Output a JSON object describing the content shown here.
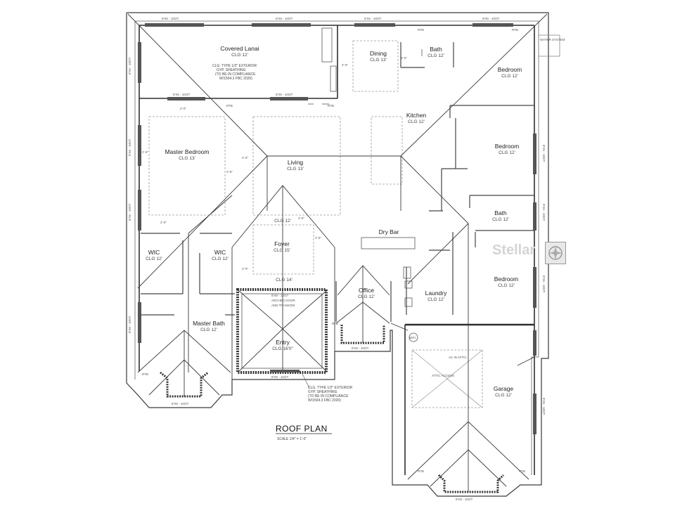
{
  "title": "ROOF  PLAN",
  "scale": "SCALE 1/4\" = 1'-0\"",
  "watermark_text": "Stellar",
  "rooms": [
    {
      "id": "covered-lanai",
      "name": "Covered Lanai",
      "clg": "CLG 12'"
    },
    {
      "id": "dining",
      "name": "Dining",
      "clg": "CLG 13'"
    },
    {
      "id": "bath-1",
      "name": "Bath",
      "clg": "CLG 12'"
    },
    {
      "id": "bedroom-1",
      "name": "Bedroom",
      "clg": "CLG 12'"
    },
    {
      "id": "kitchen",
      "name": "Kitchen",
      "clg": "CLG 12'"
    },
    {
      "id": "bedroom-2",
      "name": "Bedroom",
      "clg": "CLG 12'"
    },
    {
      "id": "master-bedroom",
      "name": "Master Bedroom",
      "clg": "CLG 13'"
    },
    {
      "id": "living",
      "name": "Living",
      "clg": "CLG 13'"
    },
    {
      "id": "bath-2",
      "name": "Bath",
      "clg": "CLG 12'"
    },
    {
      "id": "dry-bar",
      "name": "Dry Bar",
      "clg": ""
    },
    {
      "id": "foyer",
      "name": "Foyer",
      "clg": "CLG 15'"
    },
    {
      "id": "wic-1",
      "name": "WIC",
      "clg": "CLG 12'"
    },
    {
      "id": "wic-2",
      "name": "WIC",
      "clg": "CLG 12'"
    },
    {
      "id": "bedroom-3",
      "name": "Bedroom",
      "clg": "CLG 12'"
    },
    {
      "id": "office",
      "name": "Office",
      "clg": "CLG 12'"
    },
    {
      "id": "laundry",
      "name": "Laundry",
      "clg": "CLG 12'"
    },
    {
      "id": "master-bath",
      "name": "Master Bath",
      "clg": "CLG 12'"
    },
    {
      "id": "entry",
      "name": "Entry",
      "clg": "CLG 16'0\""
    },
    {
      "id": "garage",
      "name": "Garage",
      "clg": "CLG 12'"
    }
  ],
  "labels": {
    "clg12": "CLG 12'",
    "clg14": "CLG 14'",
    "window_top_1": "8'X6 - 10/2T",
    "window_top_2": "8'X6 - 10/2T",
    "window_top_3": "8'X6 - 10/2T",
    "window_top_4": "8'X6 - 10/2T",
    "window_mid_1": "8'X6 - 10/2T",
    "window_mid_2": "8'X6 - 10/2T",
    "window_entry": "8'X8 - 10/2T",
    "window_office": "8'X8 - 10/2T",
    "window_mbath": "8'X8 - 10/2T",
    "window_garage": "8'X8 - 10/2T",
    "side_left_1": "8'X6 - 10/2T",
    "side_left_2": "8'X6 - 10/2T",
    "side_left_3": "8'X6 - 10/2T",
    "side_left_4": "8'X6 - 10/2T",
    "side_right_1": "8'X6 - 10/2T",
    "side_right_2": "8'X6 - 10/2T",
    "side_right_3": "8'X6 - 10/2T",
    "side_right_4": "8'X6 - 10/2T",
    "rtb": "RTB",
    "wh": "W/H",
    "water_system": "WATER SYSTEM",
    "attic_access": "ATTIC ACCESS",
    "attic": "AC IN ATTIC",
    "lanai_note_1": "CLG. TYPE 1/2\" EXTERIOR",
    "lanai_note_2": "GYP. SHEATHING",
    "lanai_note_3": "(TO BE IN COMPLIANCE",
    "lanai_note_4": "W/1504.3 FBC 2020)",
    "entry_note_1": "CLG. TYPE 1/2\" EXTERIOR",
    "entry_note_2": "GYP. SHEATHING",
    "entry_note_3": "(TO BE IN COMPLIANCE",
    "entry_note_4": "W/1504.3 FBC 2020)",
    "door_note_1": "8'X8 - 10/1T",
    "door_note_2": "ARCHED DOOR",
    "door_note_3": "AND TRANSOM",
    "dim_2_0": "2'-0\"",
    "dim_2_6": "2'-6\""
  },
  "colors": {
    "line": "#3a3a3a",
    "light": "#8a8a8a",
    "dash": "#9a9a9a",
    "bg": "#ffffff"
  }
}
